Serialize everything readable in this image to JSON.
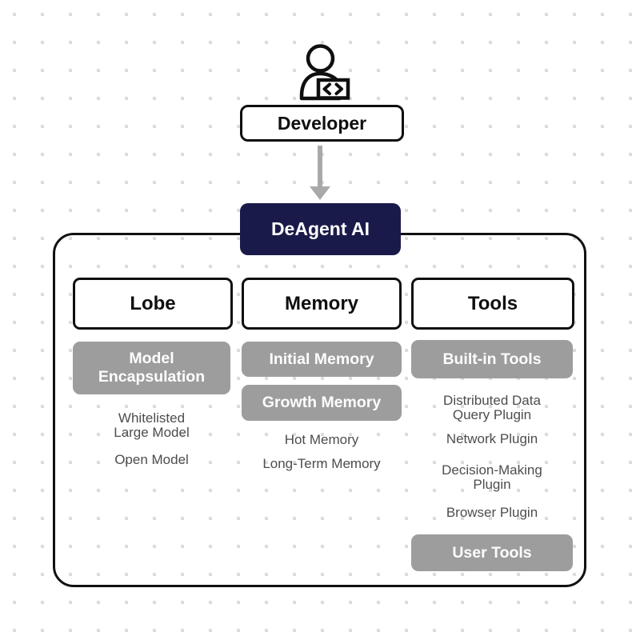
{
  "developer": {
    "label": "Developer",
    "icon": "developer-with-laptop-code-icon"
  },
  "agent": {
    "label": "DeAgent AI"
  },
  "columns": {
    "lobe": {
      "header": "Lobe",
      "box1": "Model Encapsulation",
      "item1": "Whitelisted Large Model",
      "item2": "Open Model"
    },
    "memory": {
      "header": "Memory",
      "box1": "Initial Memory",
      "box2": "Growth Memory",
      "item1": "Hot Memory",
      "item2": "Long-Term Memory"
    },
    "tools": {
      "header": "Tools",
      "box1": "Built-in Tools",
      "item1": "Distributed Data Query Plugin",
      "item2": "Network Plugin",
      "item3": "Decision-Making Plugin",
      "item4": "Browser Plugin",
      "box2": "User Tools"
    }
  },
  "colors": {
    "agent_bg": "#1a1a4a",
    "gray_box_bg": "#9d9d9d",
    "item_text": "#4d4d4d",
    "arrow": "#a9a9a9",
    "dot_grid": "#dcdcdc",
    "border_black": "#0f0f0f"
  }
}
